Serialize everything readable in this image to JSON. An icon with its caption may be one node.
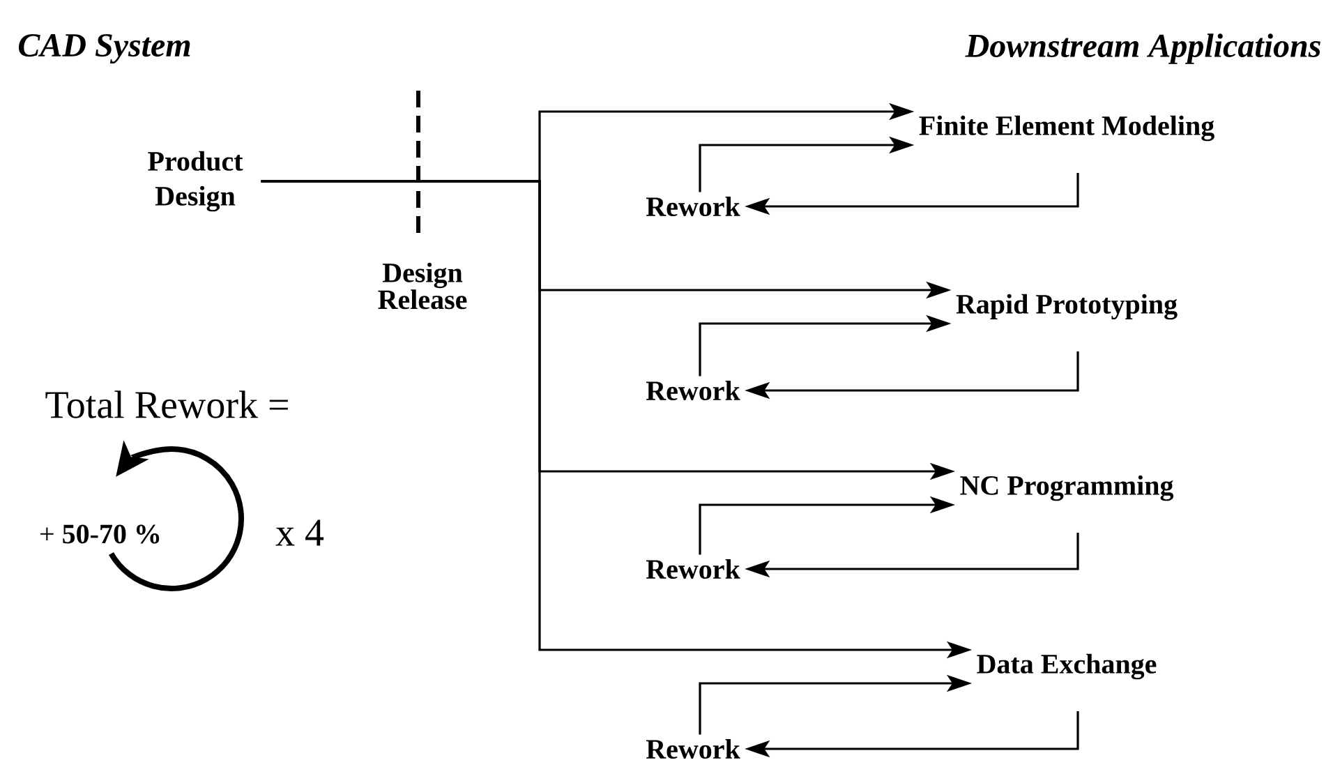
{
  "diagram": {
    "nodes": [
      {
        "text": [
          "Product Design"
        ]
      },
      {
        "text": [
          "Finite Element Modeling"
        ]
      },
      {
        "text": [
          "Rework"
        ]
      },
      {
        "text": [
          "Rapid Prototyping"
        ]
      },
      {
        "text": [
          "Rework"
        ]
      },
      {
        "text": [
          "NC Programming"
        ]
      },
      {
        "text": [
          "Rework"
        ]
      },
      {
        "text": [
          "Data Exchange"
        ]
      },
      {
        "text": [
          "Rework"
        ]
      }
    ],
    "edges": [
      {
        "from": 0,
        "to": 1,
        "arrow": "to"
      },
      {
        "from": 0,
        "to": 3,
        "arrow": "to"
      },
      {
        "from": 0,
        "to": 5,
        "arrow": "to"
      },
      {
        "from": 0,
        "to": 7,
        "arrow": "to"
      },
      {
        "from": 2,
        "to": 1,
        "arrow": "to"
      },
      {
        "from": 1,
        "to": 2,
        "arrow": "to"
      },
      {
        "from": 4,
        "to": 3,
        "arrow": "to"
      },
      {
        "from": 3,
        "to": 4,
        "arrow": "to"
      },
      {
        "from": 6,
        "to": 5,
        "arrow": "to"
      },
      {
        "from": 5,
        "to": 6,
        "arrow": "to"
      },
      {
        "from": 8,
        "to": 7,
        "arrow": "to"
      },
      {
        "from": 7,
        "to": 8,
        "arrow": "to"
      }
    ],
    "labels": [
      "CAD System",
      "Downstream Applications",
      "Design Release",
      "Total Rework =",
      "+ **50-70 %**",
      "x 4"
    ]
  }
}
